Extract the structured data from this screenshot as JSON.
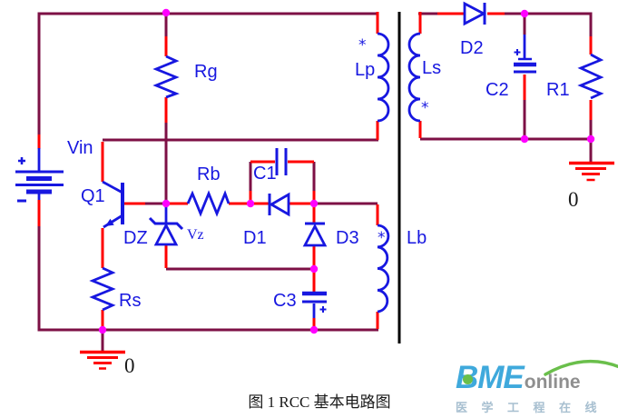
{
  "circuit": {
    "caption": "图 1 RCC 基本电路图",
    "components": {
      "vin": "Vin",
      "rg": "Rg",
      "lp": "Lp",
      "ls": "Ls",
      "d2": "D2",
      "c2": "C2",
      "r1": "R1",
      "q1": "Q1",
      "rb": "Rb",
      "c1": "C1",
      "d1": "D1",
      "dz": "DZ",
      "vz": "Vz",
      "d3": "D3",
      "lb": "Lb",
      "rs": "Rs",
      "c3": "C3"
    },
    "ground_labels": {
      "primary": "0",
      "secondary": "0"
    },
    "phase_dots": {
      "lp": "*",
      "ls": "*",
      "lb": "*"
    }
  },
  "colors": {
    "wire": "#7d1045",
    "wire_hot": "#ff0000",
    "component": "#1717e0",
    "junction": "#ff00ff",
    "core": "#000000",
    "ground": "#ff0000",
    "text_black": "#1a1a1a",
    "logo_blue": "#3fa9dc",
    "logo_green": "#6abf4b",
    "logo_gray": "#8f8f8f",
    "logo_tagline": "#a7bfd0"
  },
  "watermark": {
    "brand": "BME",
    "suffix": "online",
    "tagline": "医学工程在线"
  }
}
